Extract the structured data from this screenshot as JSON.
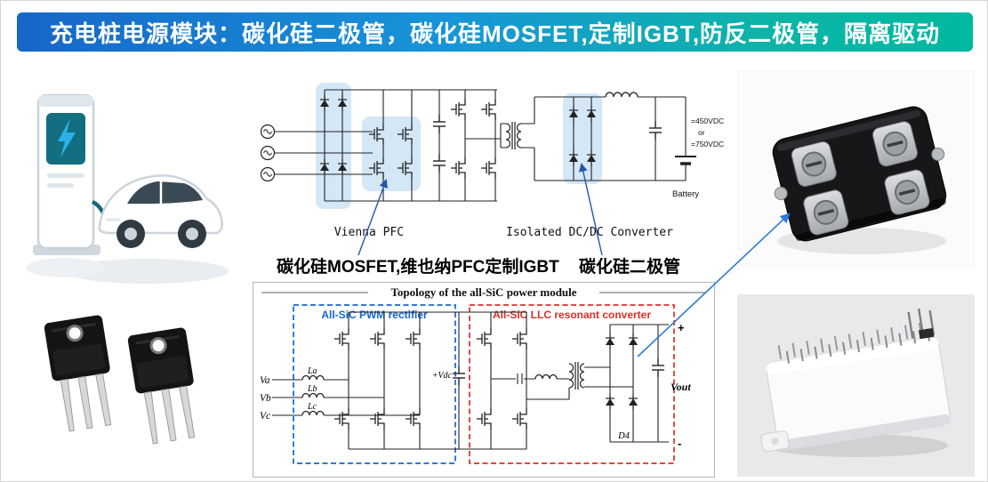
{
  "banner": {
    "title": "充电桩电源模块：碳化硅二极管，碳化硅MOSFET,定制IGBT,防反二极管，隔离驱动"
  },
  "schematic": {
    "pfc_label": "Vienna PFC",
    "dcdc_label": "Isolated DC/DC Converter",
    "voltage_top": "=450VDC",
    "voltage_or": "or",
    "voltage_bottom": "=750VDC",
    "battery_label": "Battery"
  },
  "captions": {
    "mosfet_igbt": "碳化硅MOSFET,维也纳PFC定制IGBT",
    "sic_diode": "碳化硅二极管"
  },
  "topology": {
    "title": "Topology of the all-SiC power module",
    "rectifier_box": "All-SiC PWM rectifier",
    "llc_box": "All-SiC LLC resonant converter",
    "va": "Va",
    "vb": "Vb",
    "vc": "Vc",
    "la": "La",
    "lb": "Lb",
    "lc": "Lc",
    "vdc": "+Vdc",
    "vout": "Vout",
    "d4": "D4",
    "plus": "+",
    "minus": "-"
  },
  "colors": {
    "banner_gradient_start": "#1766c9",
    "banner_gradient_end": "#00b9a0",
    "schematic_highlight": "#cfe4f6",
    "rectifier_box_color": "#1565d0",
    "llc_box_color": "#d93025",
    "arrow_color": "#2e7bd6"
  },
  "images": {
    "ev_charging": "ev-charging-station-illustration",
    "sic_transistors": "two-to247-sic-transistors",
    "diode_module": "sic-diode-power-module",
    "igbt_module": "white-igbt-power-module"
  }
}
